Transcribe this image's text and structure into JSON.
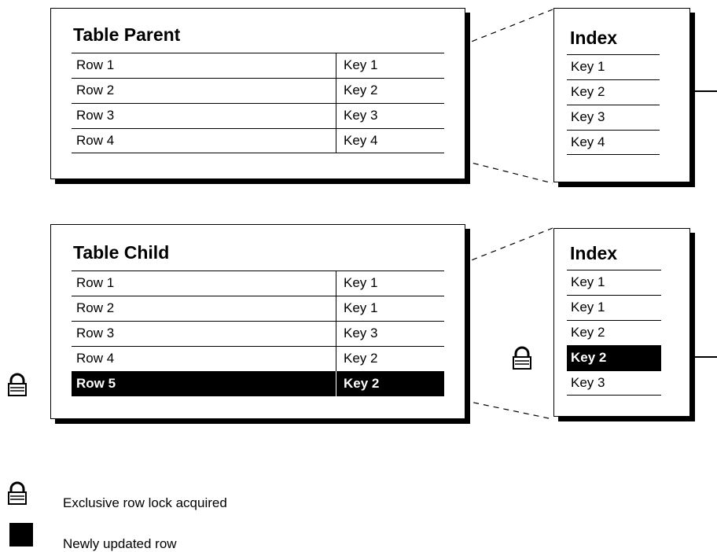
{
  "parent": {
    "title": "Table Parent",
    "rows": [
      {
        "row": "Row 1",
        "key": "Key 1"
      },
      {
        "row": "Row 2",
        "key": "Key 2"
      },
      {
        "row": "Row 3",
        "key": "Key 3"
      },
      {
        "row": "Row 4",
        "key": "Key 4"
      }
    ]
  },
  "parent_index": {
    "title": "Index",
    "keys": [
      "Key 1",
      "Key 2",
      "Key 3",
      "Key 4"
    ]
  },
  "child": {
    "title": "Table Child",
    "rows": [
      {
        "row": "Row 1",
        "key": "Key 1"
      },
      {
        "row": "Row 2",
        "key": "Key 1"
      },
      {
        "row": "Row 3",
        "key": "Key 3"
      },
      {
        "row": "Row 4",
        "key": "Key 2"
      },
      {
        "row": "Row 5",
        "key": "Key 2"
      }
    ]
  },
  "child_index": {
    "title": "Index",
    "keys": [
      "Key 1",
      "Key 1",
      "Key 2",
      "Key 2",
      "Key 3"
    ]
  },
  "legend": {
    "lock_label": "Exclusive row lock acquired",
    "updated_label": "Newly updated row"
  },
  "icons": {
    "lock": "padlock-icon",
    "updated": "black-square-icon"
  },
  "colors": {
    "highlight": "#000000",
    "background": "#ffffff"
  }
}
